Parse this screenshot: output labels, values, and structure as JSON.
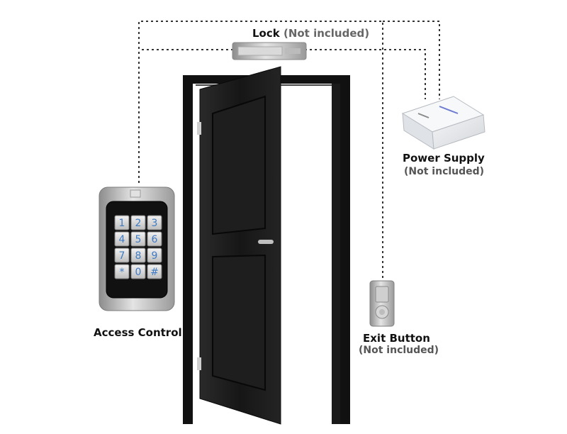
{
  "diagram": {
    "lock": {
      "title": "Lock",
      "note": "(Not included)"
    },
    "power_supply": {
      "title": "Power Supply",
      "note": "(Not included)"
    },
    "access_control": {
      "title": "Access Control"
    },
    "exit_button": {
      "title": "Exit Button",
      "note": "(Not included)"
    },
    "keypad_keys": [
      "1",
      "2",
      "3",
      "4",
      "5",
      "6",
      "7",
      "8",
      "9",
      "*",
      "0",
      "#"
    ]
  },
  "colors": {
    "wire": "#333333",
    "door": "#1b1b1b",
    "door_frame": "#222222",
    "keypad_blue": "#3e7bc4",
    "metal": "#c9c9c9"
  },
  "icons": [
    "lock-device-icon",
    "power-supply-icon",
    "keypad-icon",
    "exit-button-icon",
    "door-icon"
  ]
}
